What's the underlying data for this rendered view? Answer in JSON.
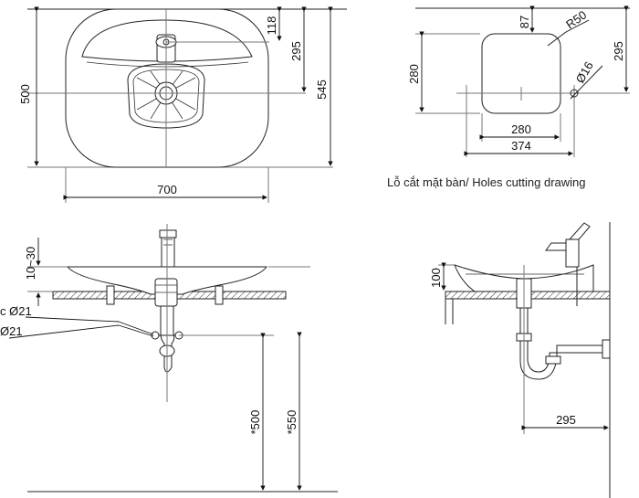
{
  "top_view": {
    "width_label": "700",
    "height_label": "500",
    "dim_118": "118",
    "dim_295": "295",
    "dim_545": "545"
  },
  "cutout": {
    "dim_87": "87",
    "dim_280_v": "280",
    "dim_295": "295",
    "radius": "R50",
    "hole": "Ø16",
    "dim_280_h": "280",
    "dim_374": "374",
    "caption": "Lỗ cắt mặt bàn/ Holes cutting drawing"
  },
  "front_view": {
    "dim_10_30": "10~30",
    "label_1": "c Ø21",
    "label_2": "Ø21",
    "dim_500": "*500",
    "dim_550": "*550"
  },
  "side_view": {
    "dim_100": "100",
    "dim_295": "295"
  }
}
